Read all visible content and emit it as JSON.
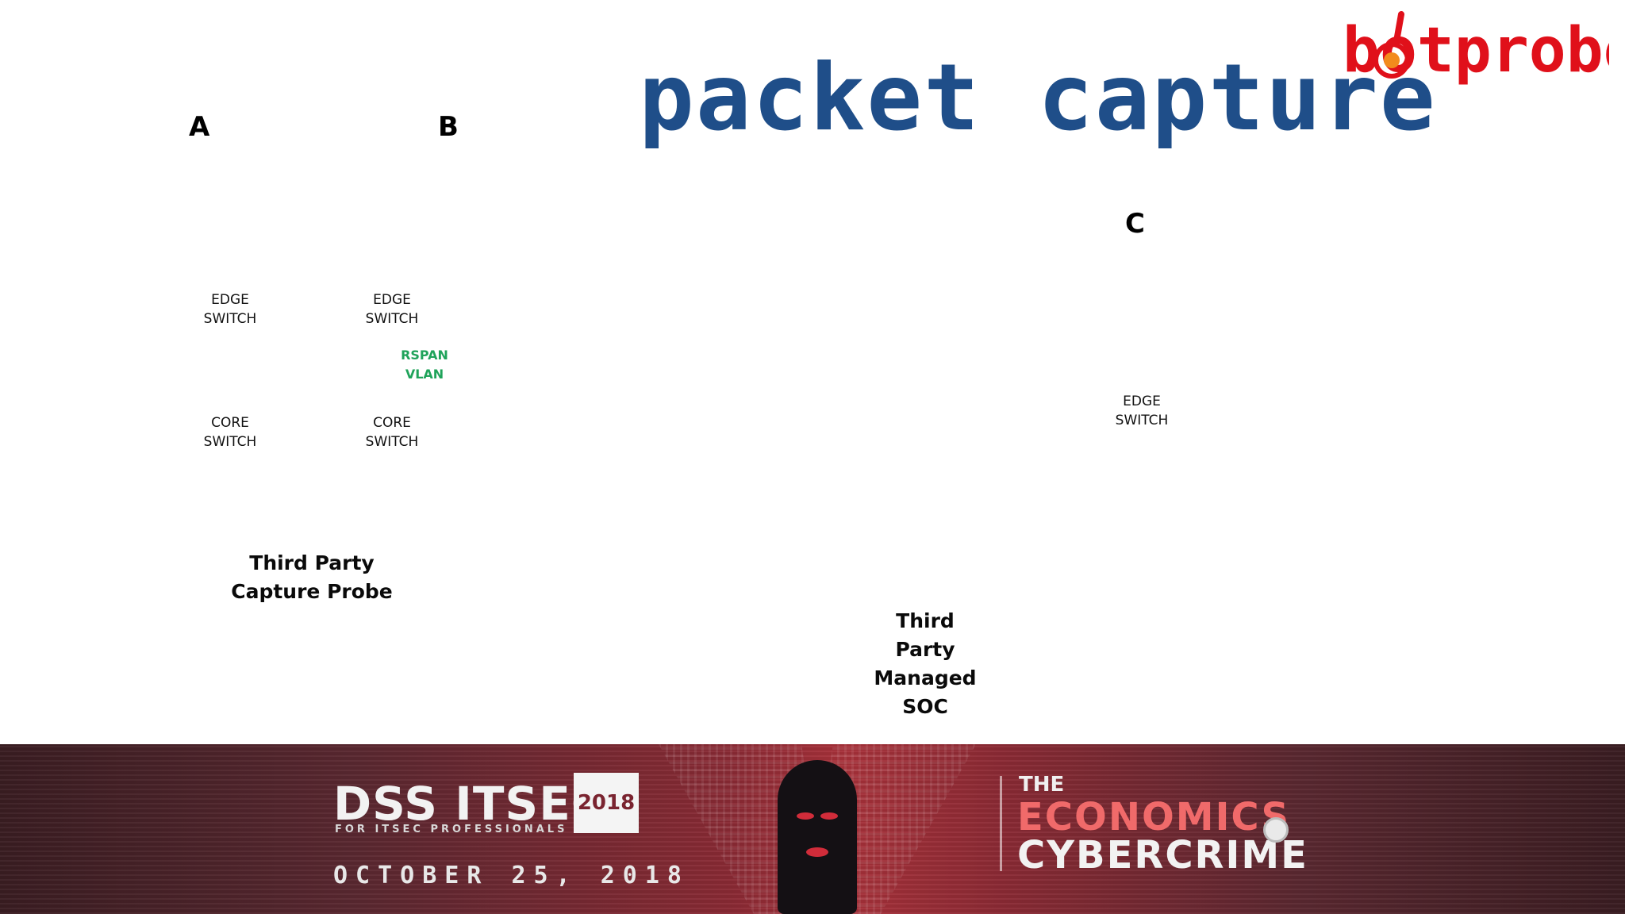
{
  "title": "packet capture",
  "logo": {
    "text": "botprobe",
    "color": "#e0101a"
  },
  "colors": {
    "title": "#1f4e89",
    "rspan": "#1fa35a",
    "banner": "#8a2a34"
  },
  "diagram": {
    "section_labels": [
      "A",
      "B",
      "C"
    ],
    "nodes": {
      "a_edge": "EDGE\nSWITCH",
      "a_core": "CORE\nSWITCH",
      "b_edge": "EDGE\nSWITCH",
      "b_core": "CORE\nSWITCH",
      "c_edge": "EDGE\nSWITCH"
    },
    "rspan_vlan": "RSPAN\nVLAN",
    "capture_probe": "Third Party\nCapture Probe",
    "managed_soc": "Third\nParty\nManaged\nSOC"
  },
  "banner": {
    "event": "DSS ITSEC",
    "year": "2018",
    "subtitle": "FOR ITSEC PROFESSIONALS",
    "date": "OCTOBER 25, 2018",
    "theme_the": "THE",
    "theme_line1": "ECONOMICS",
    "theme_line2": "CYBERCRIME"
  }
}
